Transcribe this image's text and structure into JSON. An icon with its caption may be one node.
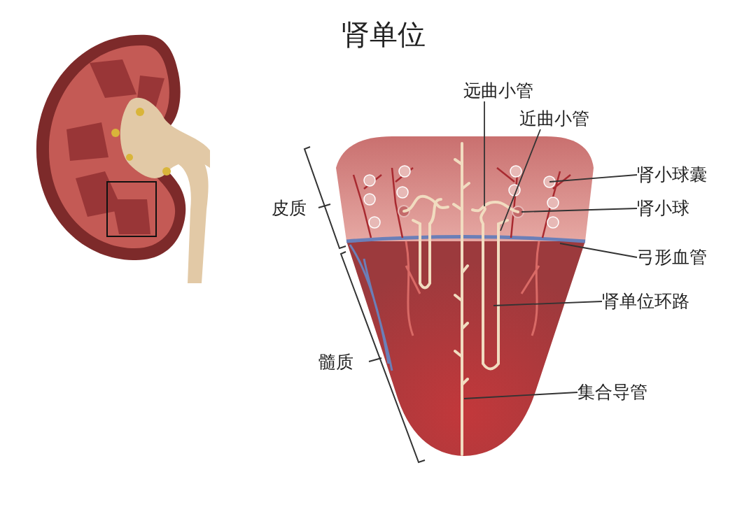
{
  "diagram": {
    "title": "肾单位",
    "nodes": [
      {
        "text": [
          "远曲小管"
        ]
      },
      {
        "text": [
          "近曲小管"
        ]
      },
      {
        "text": [
          "肾小球囊"
        ]
      },
      {
        "text": [
          "肾小球"
        ]
      },
      {
        "text": [
          "弓形血管"
        ]
      },
      {
        "text": [
          "肾单位环路"
        ]
      },
      {
        "text": [
          "集合导管"
        ]
      }
    ],
    "edges": [
      {
        "from": 0,
        "to": null,
        "arrow": "none"
      },
      {
        "from": 1,
        "to": null,
        "arrow": "none"
      },
      {
        "from": 2,
        "to": null,
        "arrow": "none"
      },
      {
        "from": 3,
        "to": null,
        "arrow": "none"
      },
      {
        "from": 4,
        "to": null,
        "arrow": "none"
      },
      {
        "from": 5,
        "to": null,
        "arrow": "none"
      },
      {
        "from": 6,
        "to": null,
        "arrow": "none"
      }
    ],
    "labels": [
      "皮质",
      "髓质"
    ]
  }
}
